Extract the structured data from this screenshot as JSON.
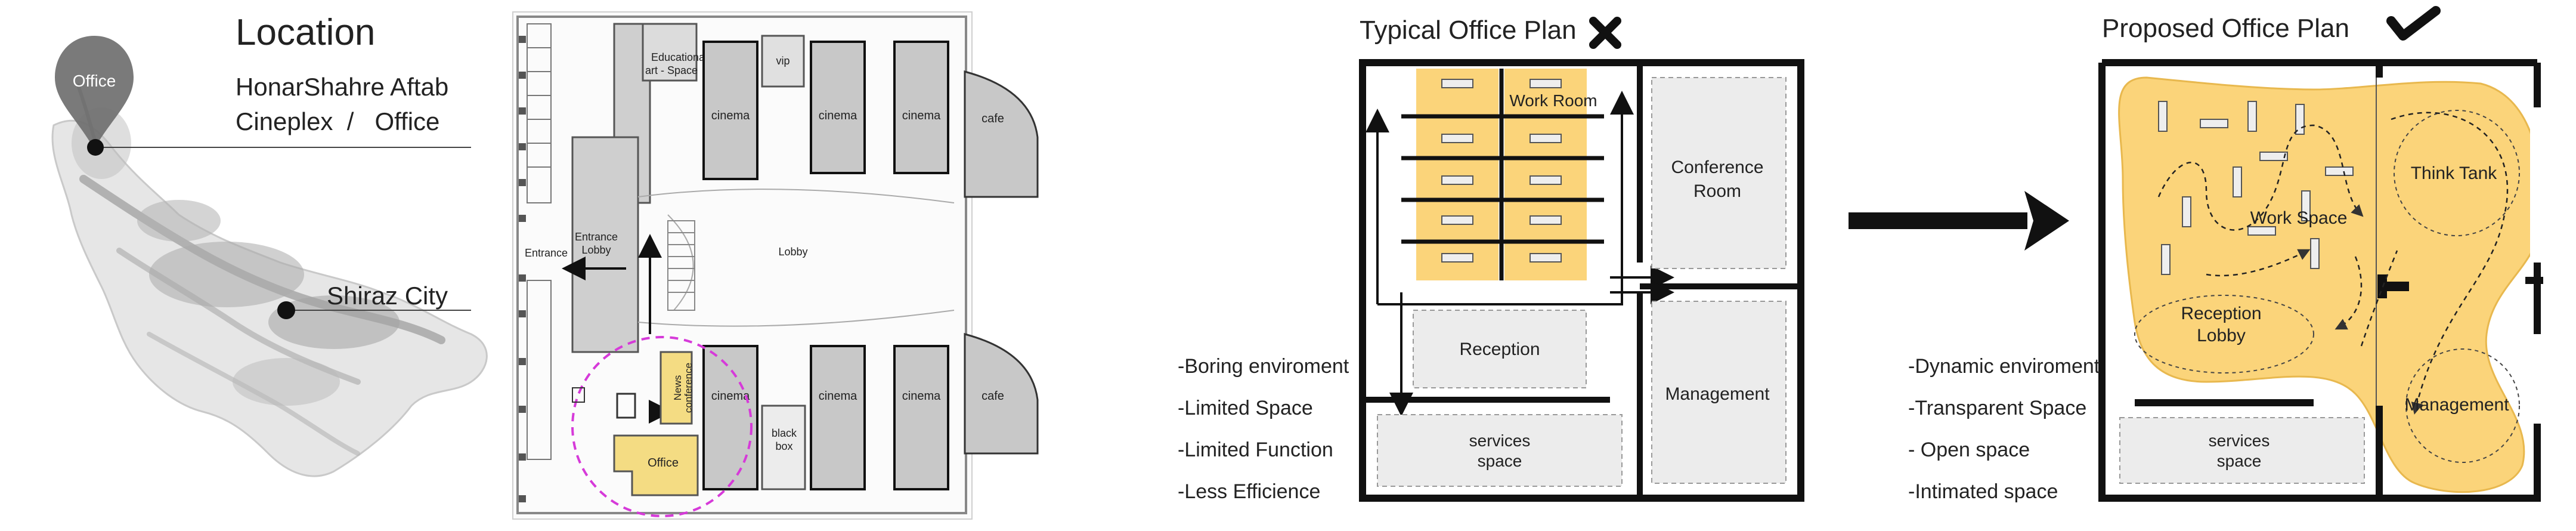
{
  "location_panel": {
    "title": "Location",
    "line1": "HonarShahre Aftab",
    "line2": "Cineplex  /   Office",
    "city_label": "Shiraz City",
    "pin_label": "Office"
  },
  "site_plan": {
    "rooms": {
      "educational_1": "Educational",
      "educational_2": "art - Space",
      "vip": "vip",
      "cinema": "cinema",
      "cafe": "cafe",
      "lobby": "Lobby",
      "entrance": "Entrance",
      "entrance_lobby_1": "Entrance",
      "entrance_lobby_2": "Lobby",
      "news_1": "News",
      "news_2": "conference",
      "office": "Office",
      "black_box_1": "black",
      "black_box_2": "box"
    }
  },
  "typical_plan": {
    "title": "Typical Office Plan",
    "verdict_icon": "cross-mark",
    "work_room": "Work Room",
    "conference_1": "Conference",
    "conference_2": "Room",
    "reception": "Reception",
    "management": "Management",
    "services_1": "services",
    "services_2": "space",
    "points": [
      "-Boring enviroment",
      "-Limited Space",
      "-Limited Function",
      "-Less Efficience"
    ]
  },
  "proposed_plan": {
    "title": "Proposed Office Plan",
    "verdict_icon": "check-mark",
    "think_tank": "Think Tank",
    "work_space": "Work Space",
    "reception_1": "Reception",
    "reception_2": "Lobby",
    "management": "Management",
    "services_1": "services",
    "services_2": "space",
    "points": [
      "-Dynamic enviroment",
      "-Transparent Space",
      "- Open space",
      "-Intimated space"
    ]
  },
  "colors": {
    "office_yellow": "#fbd47a",
    "site_yellow": "#f4dc83",
    "cinema_gray": "#c8c8c8",
    "highlight_magenta": "#d63ad9",
    "map_gray": "#9a9a9a",
    "pin_gray": "#707070"
  }
}
